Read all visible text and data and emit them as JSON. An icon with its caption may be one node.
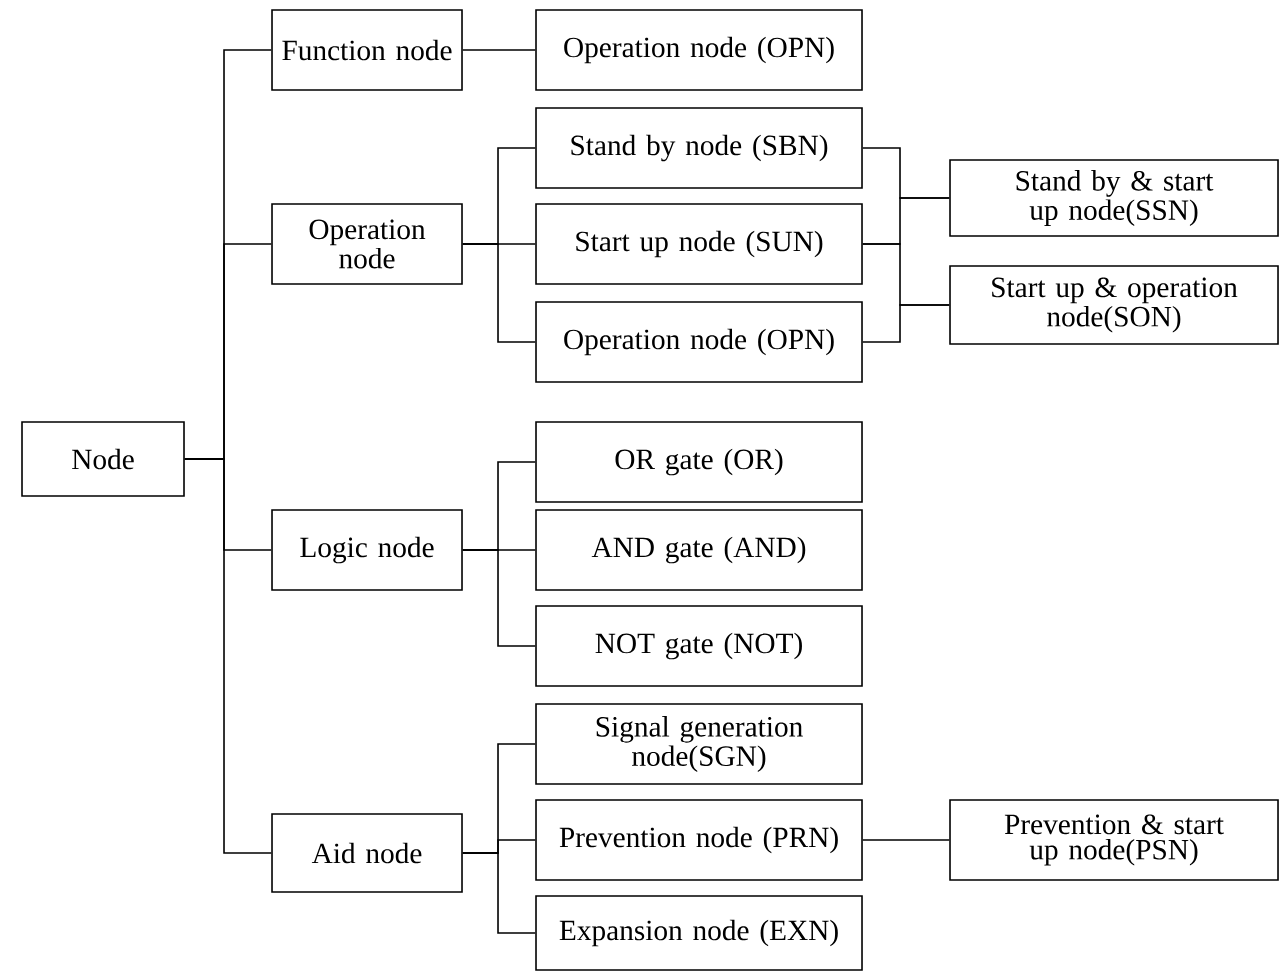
{
  "diagram": {
    "nodes": [
      {
        "text": [
          "Node"
        ]
      },
      {
        "text": [
          "Function node"
        ]
      },
      {
        "text": [
          "Operation node (OPN)"
        ]
      },
      {
        "text": [
          "Operation node"
        ]
      },
      {
        "text": [
          "Stand by node (SBN)"
        ]
      },
      {
        "text": [
          "Start up node (SUN)"
        ]
      },
      {
        "text": [
          "Operation node (OPN)"
        ]
      },
      {
        "text": [
          "Stand by & start up node(SSN)"
        ]
      },
      {
        "text": [
          "Start up & operation node(SON)"
        ]
      },
      {
        "text": [
          "Logic node"
        ]
      },
      {
        "text": [
          "OR gate (OR)"
        ]
      },
      {
        "text": [
          "AND gate (AND)"
        ]
      },
      {
        "text": [
          "NOT gate (NOT)"
        ]
      },
      {
        "text": [
          "Aid node"
        ]
      },
      {
        "text": [
          "Signal generation node(SGN)"
        ]
      },
      {
        "text": [
          "Prevention node (PRN)"
        ]
      },
      {
        "text": [
          "Expansion node (EXN)"
        ]
      },
      {
        "text": [
          "Prevention & start up node(PSN)"
        ]
      }
    ],
    "edges": [
      {
        "from": 0,
        "to": 1,
        "arrow": "none"
      },
      {
        "from": 0,
        "to": 3,
        "arrow": "none"
      },
      {
        "from": 0,
        "to": 9,
        "arrow": "none"
      },
      {
        "from": 0,
        "to": 13,
        "arrow": "none"
      },
      {
        "from": 1,
        "to": 2,
        "arrow": "none"
      },
      {
        "from": 3,
        "to": 4,
        "arrow": "none"
      },
      {
        "from": 3,
        "to": 5,
        "arrow": "none"
      },
      {
        "from": 3,
        "to": 6,
        "arrow": "none"
      },
      {
        "from": 4,
        "to": 7,
        "arrow": "none"
      },
      {
        "from": 5,
        "to": 7,
        "arrow": "none"
      },
      {
        "from": 5,
        "to": 8,
        "arrow": "none"
      },
      {
        "from": 6,
        "to": 8,
        "arrow": "none"
      },
      {
        "from": 9,
        "to": 10,
        "arrow": "none"
      },
      {
        "from": 9,
        "to": 11,
        "arrow": "none"
      },
      {
        "from": 9,
        "to": 12,
        "arrow": "none"
      },
      {
        "from": 13,
        "to": 14,
        "arrow": "none"
      },
      {
        "from": 13,
        "to": 15,
        "arrow": "none"
      },
      {
        "from": 13,
        "to": 16,
        "arrow": "none"
      },
      {
        "from": 15,
        "to": 17,
        "arrow": "none"
      }
    ]
  }
}
